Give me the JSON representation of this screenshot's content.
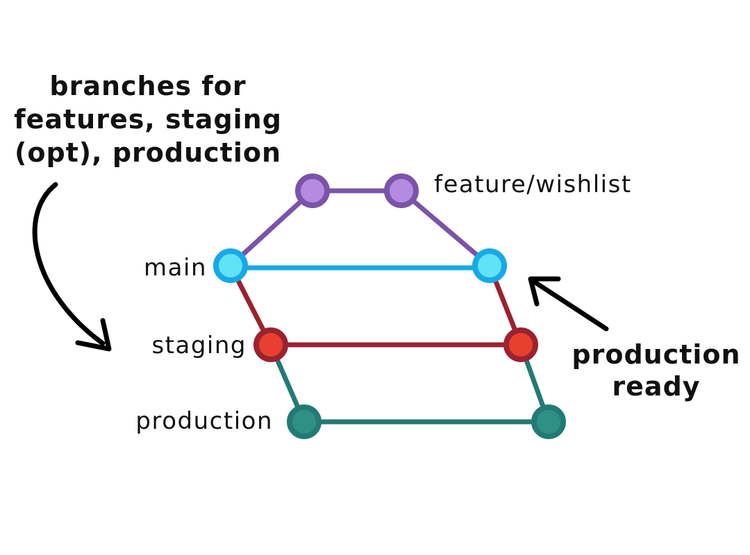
{
  "annotation": {
    "lines": [
      "branches for",
      "features, staging",
      "(opt), production"
    ]
  },
  "ready_note": {
    "lines": [
      "production",
      "ready"
    ]
  },
  "branches": {
    "feature": {
      "label": "feature/wishlist",
      "color": "#7a54a8",
      "fill": "#b48be0"
    },
    "main": {
      "label": "main",
      "color": "#17a9e6",
      "fill": "#5fe3f5"
    },
    "staging": {
      "label": "staging",
      "color": "#9b2230",
      "fill": "#e8402f"
    },
    "production": {
      "label": "production",
      "color": "#237a74",
      "fill": "#2f9086"
    }
  },
  "colors": {
    "text": "#111111",
    "arrow": "#000000",
    "background": "#ffffff"
  }
}
